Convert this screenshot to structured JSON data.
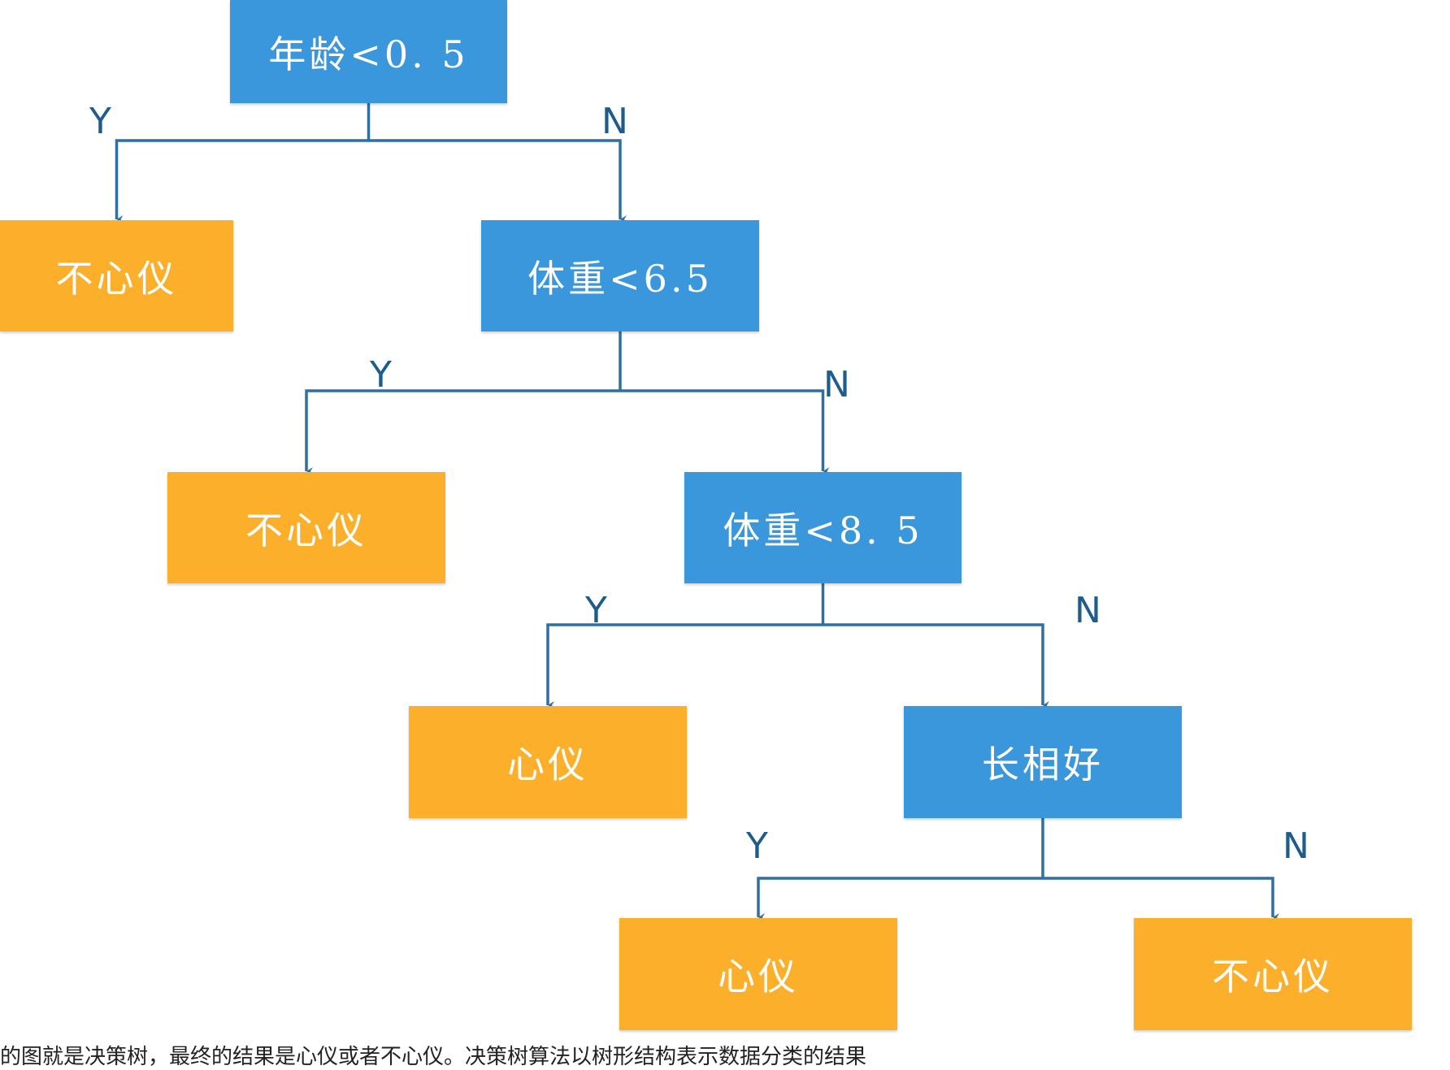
{
  "diagram": {
    "nodes": [
      {
        "id": "age",
        "label": "年龄<0. 5",
        "kind": "decision"
      },
      {
        "id": "leaf1",
        "label": "不心仪",
        "kind": "leaf"
      },
      {
        "id": "weight1",
        "label": "体重<6.5",
        "kind": "decision"
      },
      {
        "id": "leaf2",
        "label": "不心仪",
        "kind": "leaf"
      },
      {
        "id": "weight2",
        "label": "体重<8. 5",
        "kind": "decision"
      },
      {
        "id": "leaf3",
        "label": "心仪",
        "kind": "leaf"
      },
      {
        "id": "looks",
        "label": "长相好",
        "kind": "decision"
      },
      {
        "id": "leaf4",
        "label": "心仪",
        "kind": "leaf"
      },
      {
        "id": "leaf5",
        "label": "不心仪",
        "kind": "leaf"
      }
    ],
    "edges": [
      {
        "from": "age",
        "to": "leaf1",
        "label": "Y"
      },
      {
        "from": "age",
        "to": "weight1",
        "label": "N"
      },
      {
        "from": "weight1",
        "to": "leaf2",
        "label": "Y"
      },
      {
        "from": "weight1",
        "to": "weight2",
        "label": "N"
      },
      {
        "from": "weight2",
        "to": "leaf3",
        "label": "Y"
      },
      {
        "from": "weight2",
        "to": "looks",
        "label": "N"
      },
      {
        "from": "looks",
        "to": "leaf4",
        "label": "Y"
      },
      {
        "from": "looks",
        "to": "leaf5",
        "label": "N"
      }
    ]
  },
  "caption": "的图就是决策树，最终的结果是心仪或者不心仪。决策树算法以树形结构表示数据分类的结果",
  "colors": {
    "decision": "#3b97dc",
    "leaf": "#fcaf2b",
    "connector": "#2f6fa5",
    "label": "#1e5c8c"
  }
}
